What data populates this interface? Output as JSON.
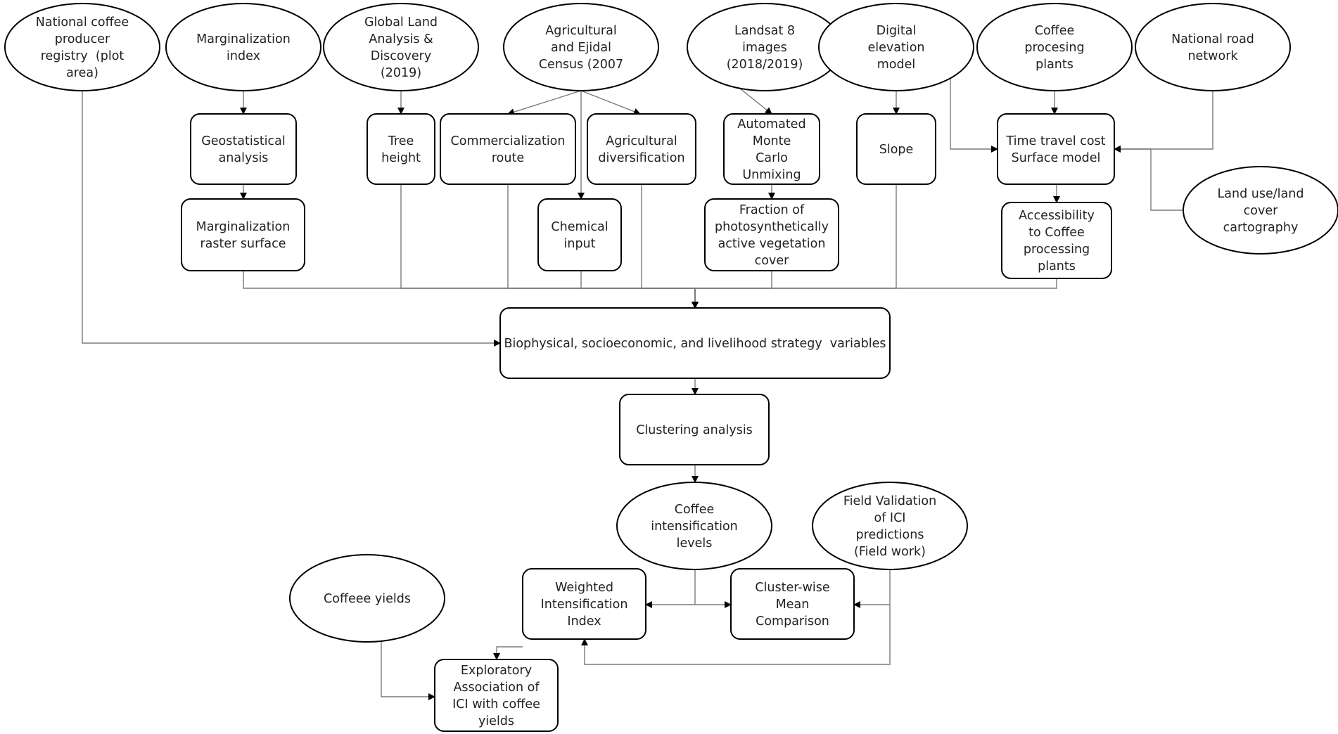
{
  "diagram": {
    "colors": {
      "line": "#7a7a7a",
      "shape_border": "#000000",
      "text": "#222222",
      "background": "#ffffff"
    },
    "nodes": [
      {
        "id": "coffee-producer-registry",
        "shape": "ellipse",
        "lines": [
          "National coffee",
          "producer",
          "registry  (plot",
          "area)"
        ]
      },
      {
        "id": "marginalization-index",
        "shape": "ellipse",
        "lines": [
          "Marginalization",
          "index"
        ]
      },
      {
        "id": "glad",
        "shape": "ellipse",
        "lines": [
          "Global Land",
          "Analysis &",
          "Discovery",
          "(2019)"
        ]
      },
      {
        "id": "census",
        "shape": "ellipse",
        "lines": [
          "Agricultural",
          "and Ejidal",
          "Census (2007"
        ]
      },
      {
        "id": "landsat",
        "shape": "ellipse",
        "lines": [
          "Landsat 8",
          "images",
          "(2018/2019)"
        ]
      },
      {
        "id": "dem",
        "shape": "ellipse",
        "lines": [
          "Digital",
          "elevation",
          "model"
        ]
      },
      {
        "id": "coffee-plants",
        "shape": "ellipse",
        "lines": [
          "Coffee",
          "procesing",
          "plants"
        ]
      },
      {
        "id": "road-network",
        "shape": "ellipse",
        "lines": [
          "National road",
          "network"
        ]
      },
      {
        "id": "land-use",
        "shape": "ellipse",
        "lines": [
          "Land use/land",
          "cover",
          "cartography"
        ]
      },
      {
        "id": "geostatistical",
        "shape": "box",
        "lines": [
          "Geostatistical",
          "analysis"
        ]
      },
      {
        "id": "marginalization-raster",
        "shape": "box",
        "lines": [
          "Marginalization",
          "raster surface"
        ]
      },
      {
        "id": "tree-height",
        "shape": "box",
        "lines": [
          "Tree",
          "height"
        ]
      },
      {
        "id": "commercialization",
        "shape": "box",
        "lines": [
          "Commercialization",
          "route"
        ]
      },
      {
        "id": "chemical-input",
        "shape": "box",
        "lines": [
          "Chemical",
          "input"
        ]
      },
      {
        "id": "diversification",
        "shape": "box",
        "lines": [
          "Agricultural",
          "diversification"
        ]
      },
      {
        "id": "mc-unmixing",
        "shape": "box",
        "lines": [
          "Automated",
          "Monte",
          "Carlo",
          "Unmixing"
        ]
      },
      {
        "id": "fpav",
        "shape": "box",
        "lines": [
          "Fraction of",
          "photosynthetically",
          "active vegetation",
          "cover"
        ]
      },
      {
        "id": "slope",
        "shape": "box",
        "lines": [
          "Slope"
        ]
      },
      {
        "id": "travel-cost",
        "shape": "box",
        "lines": [
          "Time travel cost",
          "Surface model"
        ]
      },
      {
        "id": "accessibility",
        "shape": "box",
        "lines": [
          "Accessibility",
          "to Coffee",
          "processing",
          "plants"
        ]
      },
      {
        "id": "variables",
        "shape": "box",
        "lines": [
          "Biophysical, socioeconomic, and livelihood strategy  variables"
        ]
      },
      {
        "id": "clustering",
        "shape": "box",
        "lines": [
          "Clustering analysis"
        ]
      },
      {
        "id": "intensification-levels",
        "shape": "ellipse",
        "lines": [
          "Coffee",
          "intensification",
          "levels"
        ]
      },
      {
        "id": "field-validation",
        "shape": "ellipse",
        "lines": [
          "Field Validation",
          "of ICI",
          "predictions",
          "(Field work)"
        ]
      },
      {
        "id": "yields",
        "shape": "ellipse",
        "lines": [
          "Coffeee yields"
        ]
      },
      {
        "id": "wii",
        "shape": "box",
        "lines": [
          "Weighted",
          "Intensification",
          "Index"
        ]
      },
      {
        "id": "mean-comparison",
        "shape": "box",
        "lines": [
          "Cluster-wise",
          "Mean",
          "Comparison"
        ]
      },
      {
        "id": "exploratory",
        "shape": "box",
        "lines": [
          "Exploratory",
          "Association of",
          "ICI with coffee",
          "yields"
        ]
      }
    ],
    "edges": [
      {
        "from": "marginalization-index",
        "to": "geostatistical"
      },
      {
        "from": "geostatistical",
        "to": "marginalization-raster"
      },
      {
        "from": "glad",
        "to": "tree-height"
      },
      {
        "from": "census",
        "to": "commercialization"
      },
      {
        "from": "census",
        "to": "chemical-input"
      },
      {
        "from": "census",
        "to": "diversification"
      },
      {
        "from": "landsat",
        "to": "mc-unmixing"
      },
      {
        "from": "mc-unmixing",
        "to": "fpav"
      },
      {
        "from": "dem",
        "to": "slope"
      },
      {
        "from": "dem",
        "to": "travel-cost"
      },
      {
        "from": "coffee-plants",
        "to": "travel-cost"
      },
      {
        "from": "road-network",
        "to": "travel-cost"
      },
      {
        "from": "land-use",
        "to": "travel-cost"
      },
      {
        "from": "travel-cost",
        "to": "accessibility"
      },
      {
        "from": "marginalization-raster",
        "to": "variables"
      },
      {
        "from": "tree-height",
        "to": "variables"
      },
      {
        "from": "commercialization",
        "to": "variables"
      },
      {
        "from": "chemical-input",
        "to": "variables"
      },
      {
        "from": "diversification",
        "to": "variables"
      },
      {
        "from": "fpav",
        "to": "variables"
      },
      {
        "from": "slope",
        "to": "variables"
      },
      {
        "from": "accessibility",
        "to": "variables"
      },
      {
        "from": "coffee-producer-registry",
        "to": "variables"
      },
      {
        "from": "variables",
        "to": "clustering"
      },
      {
        "from": "clustering",
        "to": "intensification-levels"
      },
      {
        "from": "intensification-levels",
        "to": "wii"
      },
      {
        "from": "intensification-levels",
        "to": "mean-comparison"
      },
      {
        "from": "field-validation",
        "to": "mean-comparison"
      },
      {
        "from": "field-validation",
        "to": "wii"
      },
      {
        "from": "wii",
        "to": "exploratory"
      },
      {
        "from": "yields",
        "to": "exploratory"
      }
    ]
  }
}
